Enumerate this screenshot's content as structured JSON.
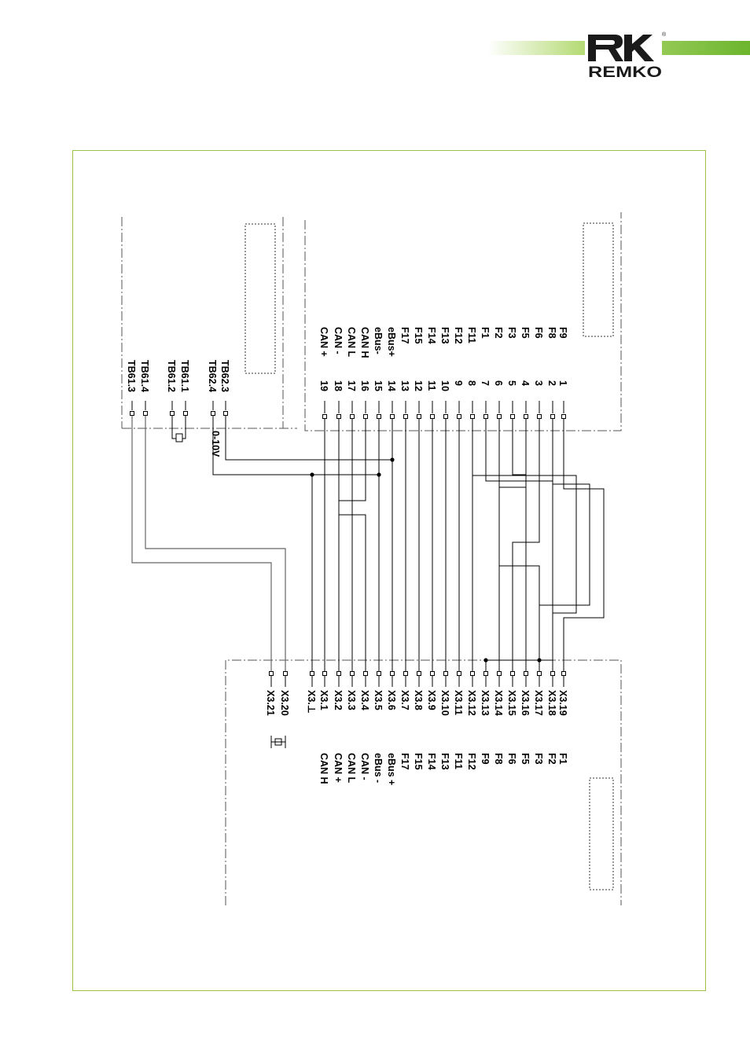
{
  "brand": {
    "name": "REMKO",
    "registered_mark": "®",
    "accent_color": "#8cc63f",
    "logo_color": "#1a1a1a"
  },
  "frame_color": "#9bc34a",
  "diagram": {
    "module_top_left": {
      "terminals": [
        {
          "id": "TB61.3",
          "label": "TB61.3"
        },
        {
          "id": "TB61.4",
          "label": "TB61.4"
        },
        {
          "id": "TB61.2",
          "label": "TB61.2"
        },
        {
          "id": "TB61.1",
          "label": "TB61.1"
        },
        {
          "id": "TB62.4",
          "label": "TB62.4"
        },
        {
          "id": "TB62.3",
          "label": "TB62.3"
        }
      ],
      "signal_label": "0-10V"
    },
    "module_top_right": {
      "terminals": [
        {
          "num": "19",
          "func": "CAN +"
        },
        {
          "num": "18",
          "func": "CAN -"
        },
        {
          "num": "17",
          "func": "CAN L"
        },
        {
          "num": "16",
          "func": "CAN H"
        },
        {
          "num": "15",
          "func": "eBus-"
        },
        {
          "num": "14",
          "func": "eBus+"
        },
        {
          "num": "13",
          "func": "F17"
        },
        {
          "num": "12",
          "func": "F15"
        },
        {
          "num": "11",
          "func": "F14"
        },
        {
          "num": "10",
          "func": "F13"
        },
        {
          "num": "9",
          "func": "F12"
        },
        {
          "num": "8",
          "func": "F11"
        },
        {
          "num": "7",
          "func": "F1"
        },
        {
          "num": "6",
          "func": "F2"
        },
        {
          "num": "5",
          "func": "F3"
        },
        {
          "num": "4",
          "func": "F5"
        },
        {
          "num": "3",
          "func": "F6"
        },
        {
          "num": "2",
          "func": "F8"
        },
        {
          "num": "1",
          "func": "F9"
        }
      ]
    },
    "module_bottom": {
      "terminals": [
        {
          "id": "X3.21",
          "func": ""
        },
        {
          "id": "X3.20",
          "func": ""
        },
        {
          "id": "X3.⊥",
          "func": ""
        },
        {
          "id": "X3.1",
          "func": "CAN H"
        },
        {
          "id": "X3.2",
          "func": "CAN +"
        },
        {
          "id": "X3.3",
          "func": "CAN L"
        },
        {
          "id": "X3.4",
          "func": "CAN -"
        },
        {
          "id": "X3.5",
          "func": "eBus -"
        },
        {
          "id": "X3.6",
          "func": "eBus +"
        },
        {
          "id": "X3.7",
          "func": "F17"
        },
        {
          "id": "X3.8",
          "func": "F15"
        },
        {
          "id": "X3.9",
          "func": "F14"
        },
        {
          "id": "X3.10",
          "func": "F13"
        },
        {
          "id": "X3.11",
          "func": "F11"
        },
        {
          "id": "X3.12",
          "func": "F12"
        },
        {
          "id": "X3.13",
          "func": "F9"
        },
        {
          "id": "X3.14",
          "func": "F8"
        },
        {
          "id": "X3.15",
          "func": "F6"
        },
        {
          "id": "X3.16",
          "func": "F5"
        },
        {
          "id": "X3.17",
          "func": "F3"
        },
        {
          "id": "X3.18",
          "func": "F2"
        },
        {
          "id": "X3.19",
          "func": "F1"
        }
      ]
    }
  }
}
